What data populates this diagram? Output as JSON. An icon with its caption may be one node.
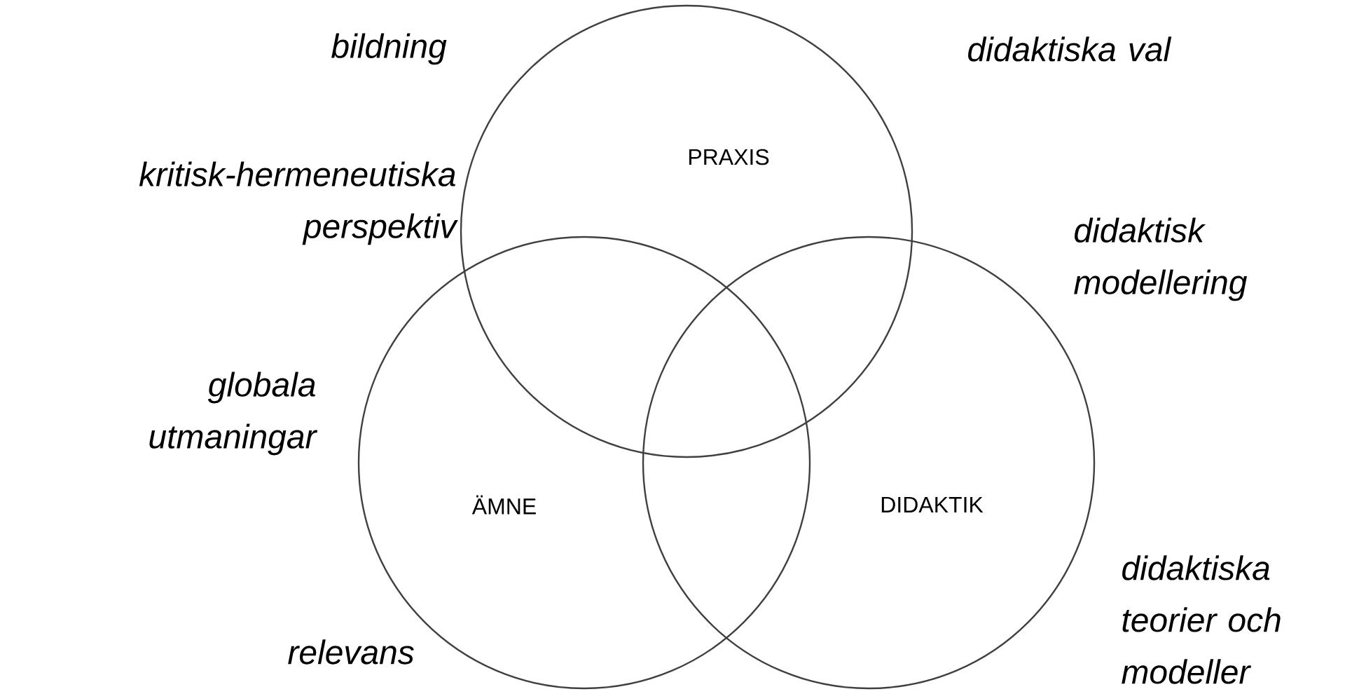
{
  "diagram": {
    "nodes": [
      {
        "text": [
          "PRAXIS"
        ]
      },
      {
        "text": [
          "ÄMNE"
        ]
      },
      {
        "text": [
          "DIDAKTIK"
        ]
      }
    ],
    "labels": [
      "bildning",
      "didaktiska val",
      "kritisk-hermeneutiska perspektiv",
      "didaktisk modellering",
      "globala utmaningar",
      "didaktiska teorier och modeller",
      "relevans"
    ]
  }
}
